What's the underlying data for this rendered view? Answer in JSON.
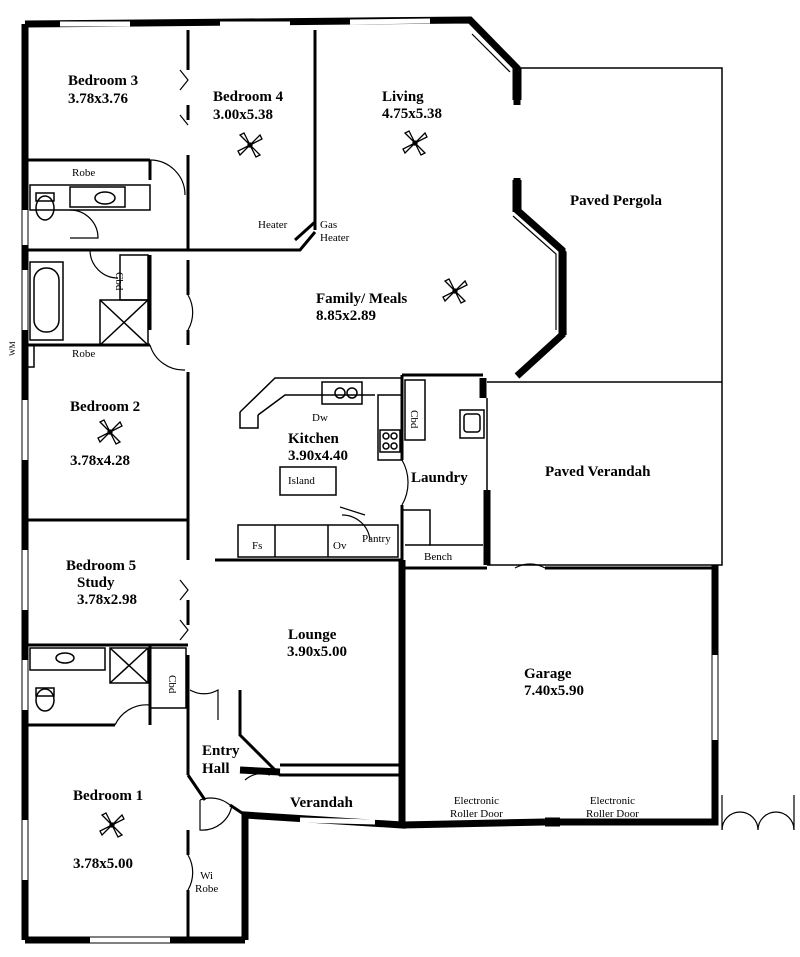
{
  "rooms": {
    "bedroom3": {
      "name": "Bedroom 3",
      "size": "3.78x3.76"
    },
    "bedroom4": {
      "name": "Bedroom 4",
      "size": "3.00x5.38"
    },
    "living": {
      "name": "Living",
      "size": "4.75x5.38"
    },
    "paved_pergola": {
      "name": "Paved Pergola"
    },
    "family_meals": {
      "name": "Family/ Meals",
      "size": "8.85x2.89"
    },
    "bedroom2": {
      "name": "Bedroom 2",
      "size": "3.78x4.28"
    },
    "kitchen": {
      "name": "Kitchen",
      "size": "3.90x4.40"
    },
    "laundry": {
      "name": "Laundry"
    },
    "paved_verandah": {
      "name": "Paved Verandah"
    },
    "bedroom5": {
      "name": "Bedroom 5",
      "sub": "Study",
      "size": "3.78x2.98"
    },
    "lounge": {
      "name": "Lounge",
      "size": "3.90x5.00"
    },
    "garage": {
      "name": "Garage",
      "size": "7.40x5.90"
    },
    "entry_hall": {
      "line1": "Entry",
      "line2": "Hall"
    },
    "verandah": {
      "name": "Verandah"
    },
    "bedroom1": {
      "name": "Bedroom 1",
      "size": "3.78x5.00"
    }
  },
  "fixtures": {
    "robe_top": "Robe",
    "robe_mid": "Robe",
    "cbd_bath": "Cbd",
    "cbd_laundry": "Cbd",
    "cbd_ensuite": "Cbd",
    "heater": "Heater",
    "gas_heater": "Gas\nHeater",
    "dw": "Dw",
    "island": "Island",
    "fs": "Fs",
    "ov": "Ov",
    "pantry": "Pantry",
    "bench": "Bench",
    "wm": "WM",
    "wi_robe": "Wi\nRobe",
    "roller_door_1": "Electronic\nRoller Door",
    "roller_door_2": "Electronic\nRoller Door"
  }
}
